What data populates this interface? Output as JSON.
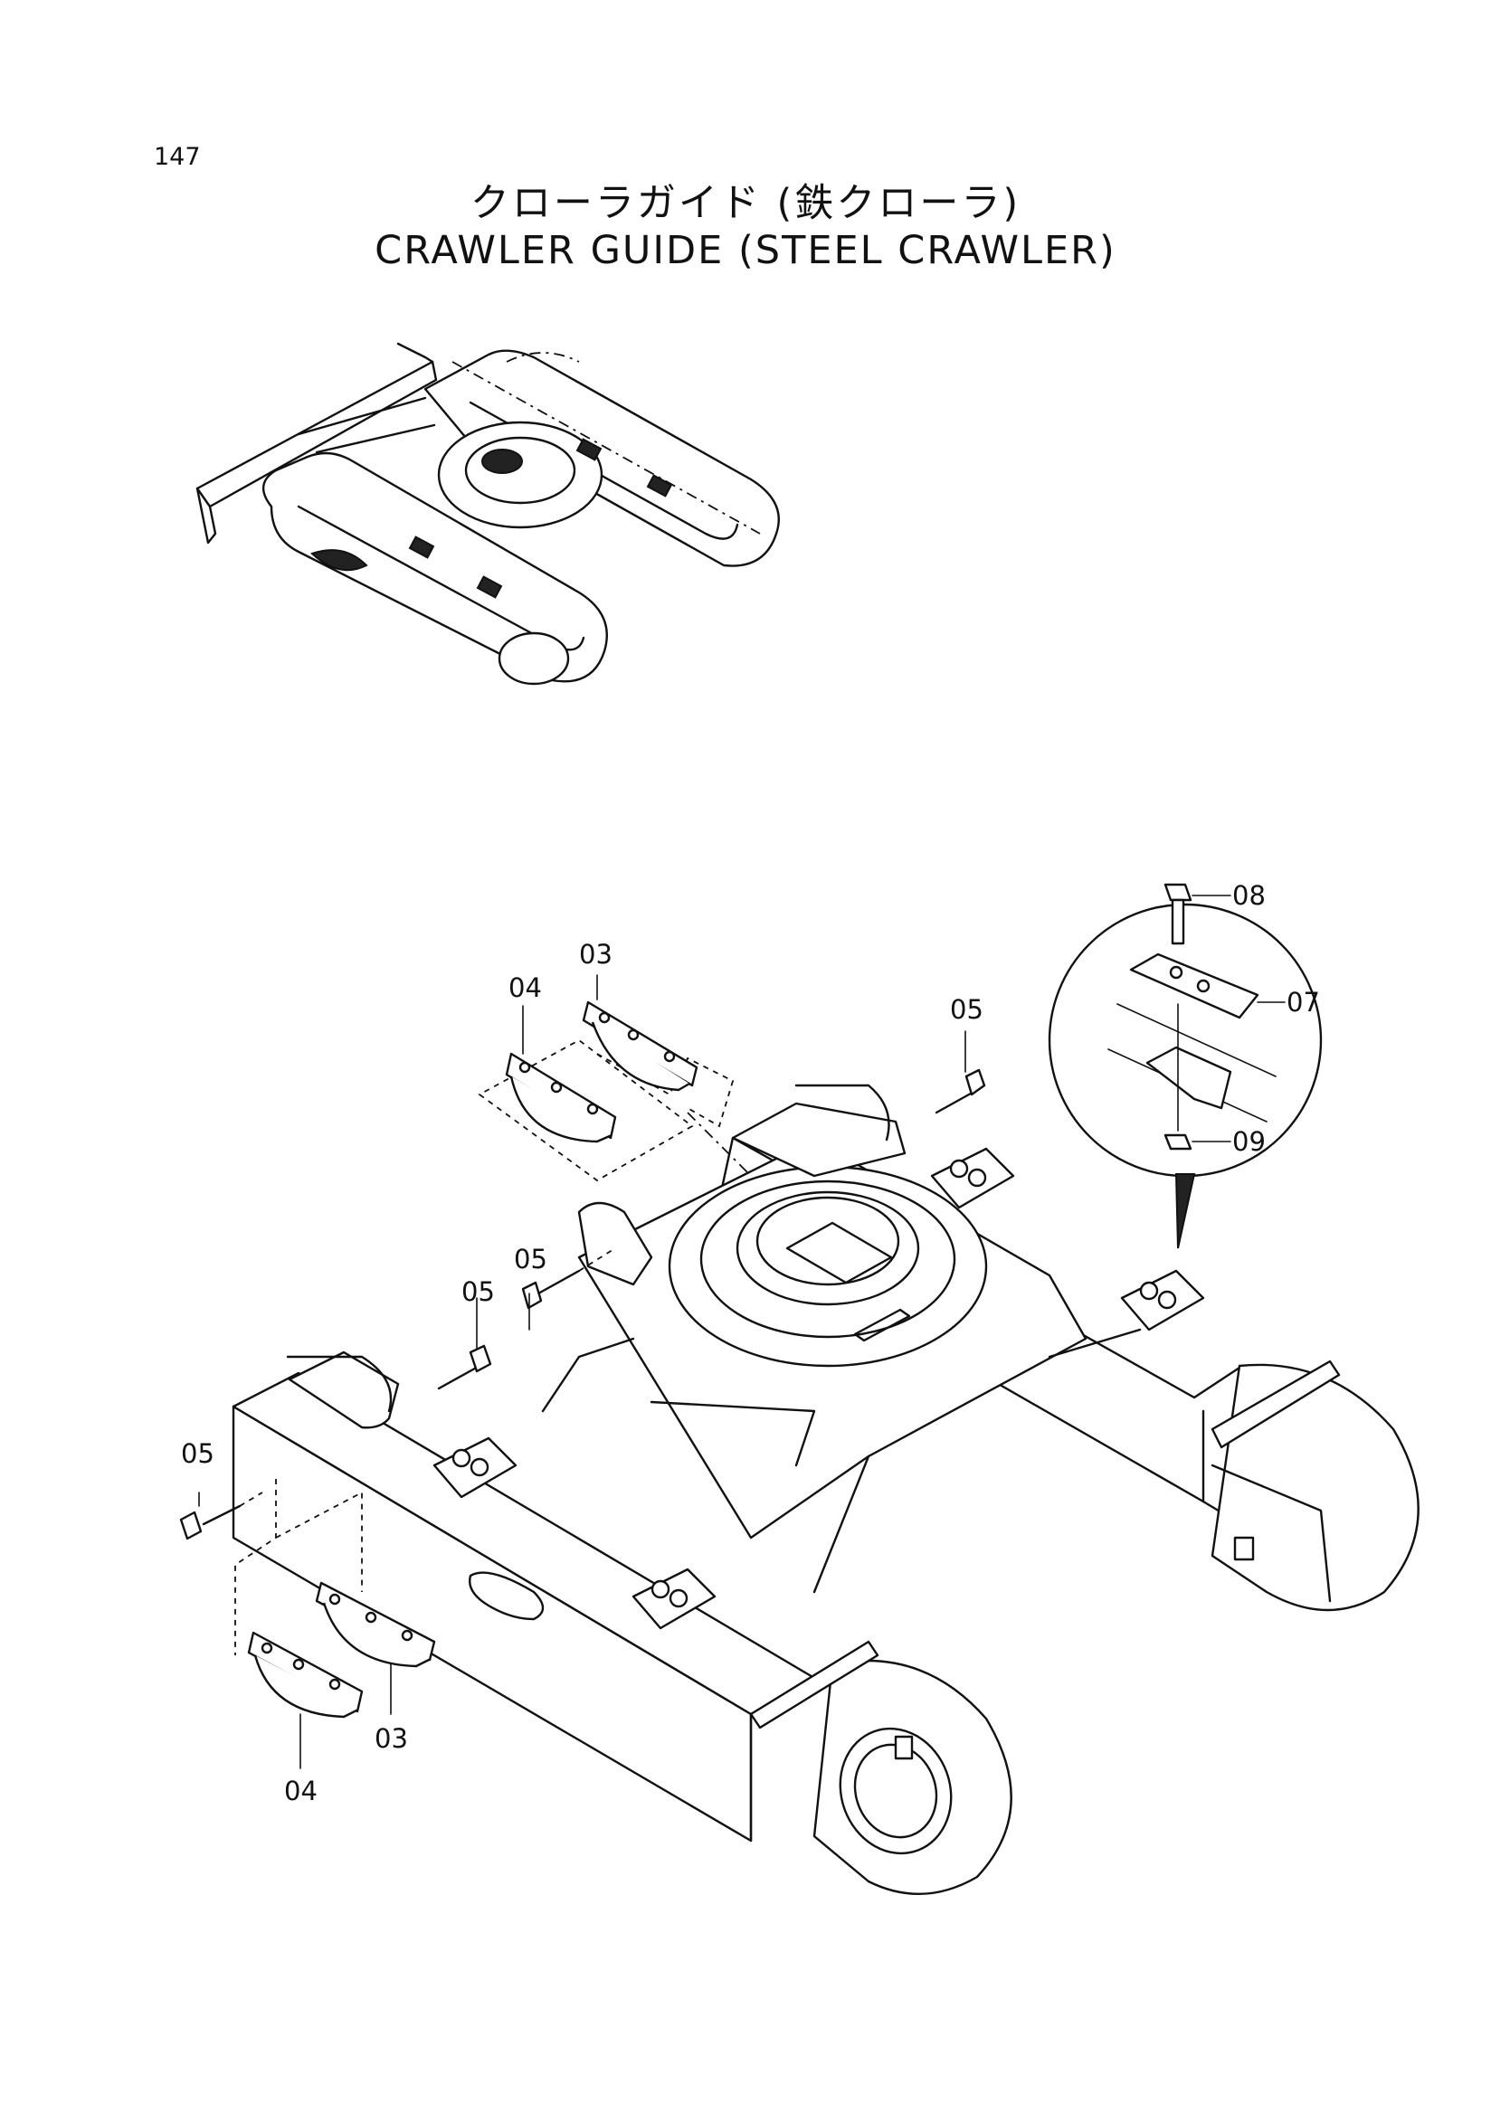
{
  "page_number": "147",
  "title_jp": "クローラガイド (鉄クローラ)",
  "title_en": "CRAWLER  GUIDE  (STEEL CRAWLER)",
  "callouts": {
    "c03_top": "03",
    "c04_top": "04",
    "c05_right": "05",
    "c05_mid": "05",
    "c05_left_upper": "05",
    "c05_left": "05",
    "c03_bottom": "03",
    "c04_bottom": "04",
    "c07": "07",
    "c08": "08",
    "c09": "09"
  }
}
